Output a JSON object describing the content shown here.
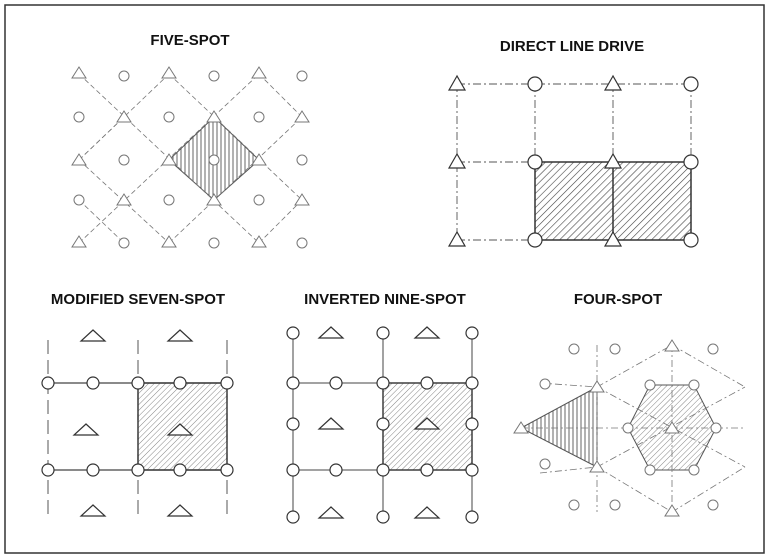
{
  "panels": {
    "five_spot": {
      "title": "FIVE-SPOT"
    },
    "direct_line_drive": {
      "title": "DIRECT LINE DRIVE"
    },
    "modified_seven_spot": {
      "title": "MODIFIED SEVEN-SPOT"
    },
    "inverted_nine_spot": {
      "title": "INVERTED NINE-SPOT"
    },
    "four_spot": {
      "title": "FOUR-SPOT"
    }
  },
  "legend_symbols": {
    "injector": "triangle-icon",
    "producer": "circle-icon"
  },
  "colors": {
    "line": "#444444",
    "light_line": "#777777",
    "frame": "#333333",
    "hatch": "#555555",
    "fill": "#ffffff"
  }
}
